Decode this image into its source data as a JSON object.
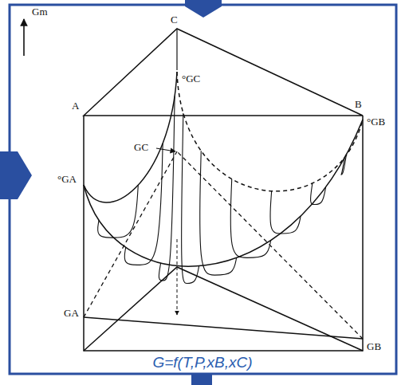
{
  "diagram": {
    "caption": "G=f(T,P,xB,xC)",
    "labels": [
      "Gm",
      "C",
      "A",
      "B",
      "°GC",
      "°GB",
      "°GA",
      "GC",
      "GA",
      "GB"
    ]
  }
}
